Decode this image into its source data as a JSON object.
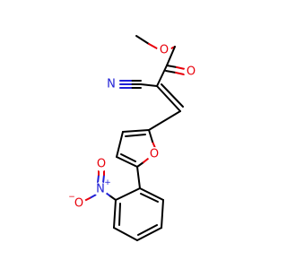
{
  "molecule": {
    "colors": {
      "carbon": "#000000",
      "oxygen": "#e8000b",
      "nitrogen": "#1f1fd6"
    },
    "atoms": {
      "ester_o_single": {
        "text": "O"
      },
      "ester_o_double": {
        "text": "O"
      },
      "nitrile_n": {
        "text": "N"
      },
      "furan_o": {
        "text": "O"
      },
      "nitro_n": {
        "text": "N",
        "charge": "+"
      },
      "nitro_o_minus": {
        "text": "O",
        "charge": "−"
      },
      "nitro_o_double": {
        "text": "O"
      }
    }
  }
}
